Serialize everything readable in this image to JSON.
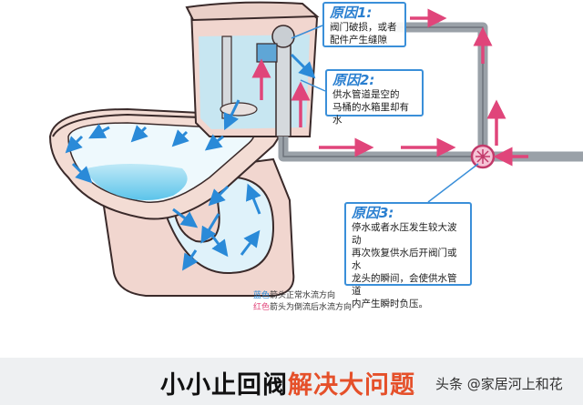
{
  "callouts": [
    {
      "title": "原因1:",
      "lines": [
        "阀门破损，或者",
        "配件产生缝隙"
      ]
    },
    {
      "title": "原因2:",
      "lines": [
        "供水管道是空的",
        "马桶的水箱里却有水"
      ]
    },
    {
      "title": "原因3:",
      "lines": [
        "停水或者水压发生较大波动",
        "再次恢复供水后开阀门或水",
        "龙头的瞬间，会使供水管道",
        "内产生瞬时负压。"
      ]
    }
  ],
  "legend": {
    "blue_word": "蓝色",
    "blue_rest": "箭头正常水流方向",
    "red_word": "红色",
    "red_rest": "箭头为倒流后水流方向"
  },
  "banner": {
    "prefix": "小小止回阀",
    "highlight": "解决大问题"
  },
  "watermark": "头条 @家居河上和花",
  "colors": {
    "blue_arrow": "#2a8ad8",
    "red_arrow": "#e0457a",
    "callout_border": "#3a8fd9",
    "banner_highlight": "#e5502a",
    "pipe": "#9aa1a8"
  }
}
